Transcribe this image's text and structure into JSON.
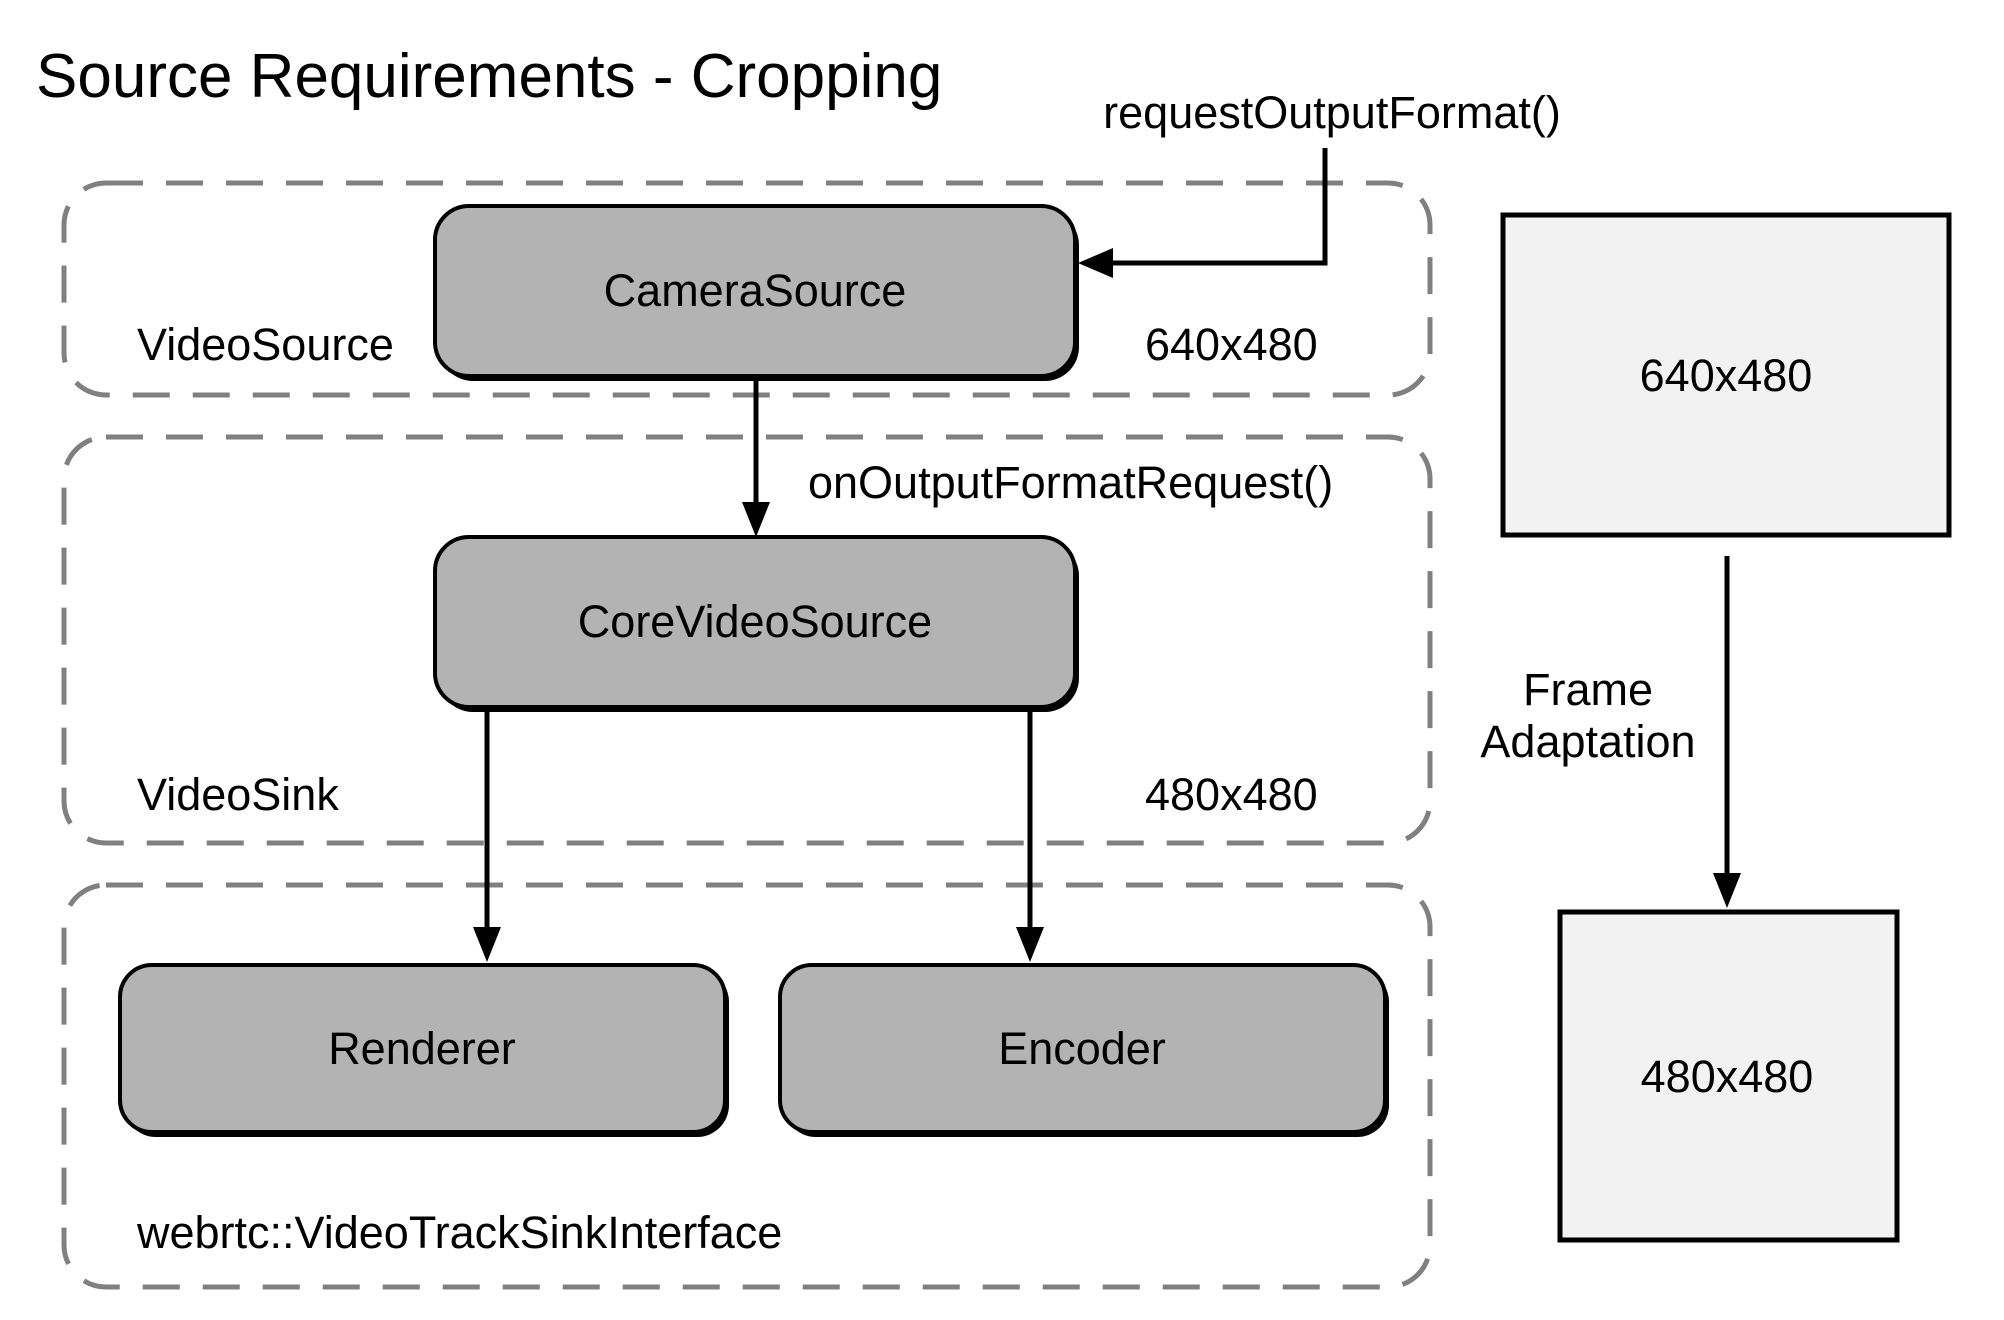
{
  "title": "Source Requirements - Cropping",
  "annotations": {
    "request_output_format": "requestOutputFormat()",
    "on_output_format_request": "onOutputFormatRequest()",
    "frame_adaptation_line1": "Frame",
    "frame_adaptation_line2": "Adaptation"
  },
  "containers": {
    "video_source": {
      "label": "VideoSource",
      "resolution": "640x480"
    },
    "video_sink": {
      "label": "VideoSink",
      "resolution": "480x480"
    },
    "webrtc_sink": {
      "label": "webrtc::VideoTrackSinkInterface"
    }
  },
  "nodes": {
    "camera_source": "CameraSource",
    "core_video_source": "CoreVideoSource",
    "renderer": "Renderer",
    "encoder": "Encoder"
  },
  "frames": {
    "input": "640x480",
    "output": "480x480"
  },
  "colors": {
    "node_fill": "#b3b3b3",
    "node_stroke": "#000000",
    "frame_fill": "#f2f2f2",
    "dashed_stroke": "#808080",
    "arrow_stroke": "#000000",
    "text": "#000000",
    "background": "#ffffff"
  }
}
